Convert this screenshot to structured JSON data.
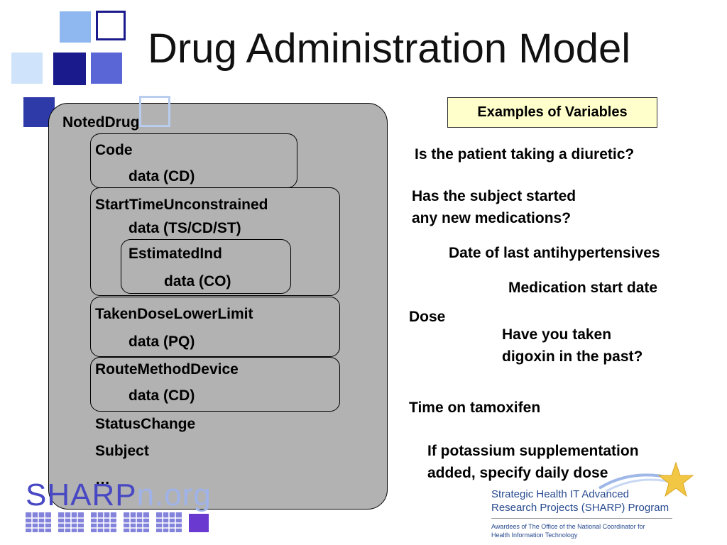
{
  "title": "Drug Administration Model",
  "model": {
    "root": "NotedDrug",
    "code": {
      "label": "Code",
      "datatype": "data (CD)"
    },
    "start_time": {
      "label": "StartTimeUnconstrained",
      "datatype": "data (TS/CD/ST)"
    },
    "estimated": {
      "label": "EstimatedInd",
      "datatype": "data (CO)"
    },
    "taken_dose": {
      "label": "TakenDoseLowerLimit",
      "datatype": "data (PQ)"
    },
    "route": {
      "label": "RouteMethodDevice",
      "datatype": "data (CD)"
    },
    "status_change": "StatusChange",
    "subject": "Subject",
    "ellipsis": "…"
  },
  "examples": {
    "header": "Examples of Variables",
    "items": [
      "Is the patient taking a diuretic?",
      "Has the subject started",
      "any new medications?",
      "Date of last antihypertensives",
      "Medication start date",
      "Dose",
      "Have you taken",
      "digoxin in the past?",
      "Time on tamoxifen",
      "If potassium supplementation",
      "added, specify daily dose"
    ]
  },
  "logo": {
    "text_strong": "SHARP",
    "text_faded": "n.org"
  },
  "footer": {
    "line1": "Strategic Health IT Advanced",
    "line2": "Research Projects (SHARP) Program",
    "small1": "Awardees of The Office of the National Coordinator for",
    "small2": "Health Information Technology"
  },
  "colors": {
    "navy": "#1a1a8c",
    "panel_gray": "#b2b2b2",
    "highlight_yellow": "#ffffcc",
    "footer_blue": "#27498f"
  }
}
